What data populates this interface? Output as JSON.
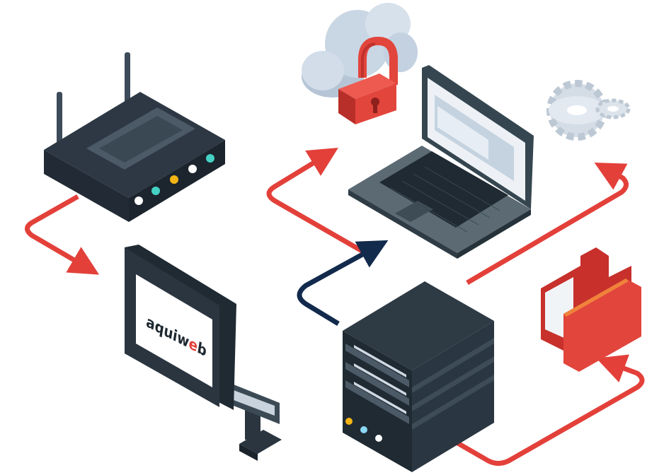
{
  "monitor": {
    "logo_part1": "aquiw",
    "logo_accent": "e",
    "logo_part2": "b"
  },
  "colors": {
    "arrow_red": "#e3403a",
    "arrow_navy": "#122a4c",
    "device_dark": "#2a3540",
    "device_mid": "#3b4a55",
    "teal": "#45d1c4",
    "amber": "#f3b414",
    "cloud": "#c9d6e4",
    "lock_red": "#e2453c",
    "folder_red": "#e2453c",
    "gear_grey": "#d4dce6"
  },
  "icons": [
    "router-icon",
    "monitor-icon",
    "cloud-icon",
    "lock-icon",
    "laptop-icon",
    "gears-icon",
    "folder-icon",
    "server-icon"
  ]
}
